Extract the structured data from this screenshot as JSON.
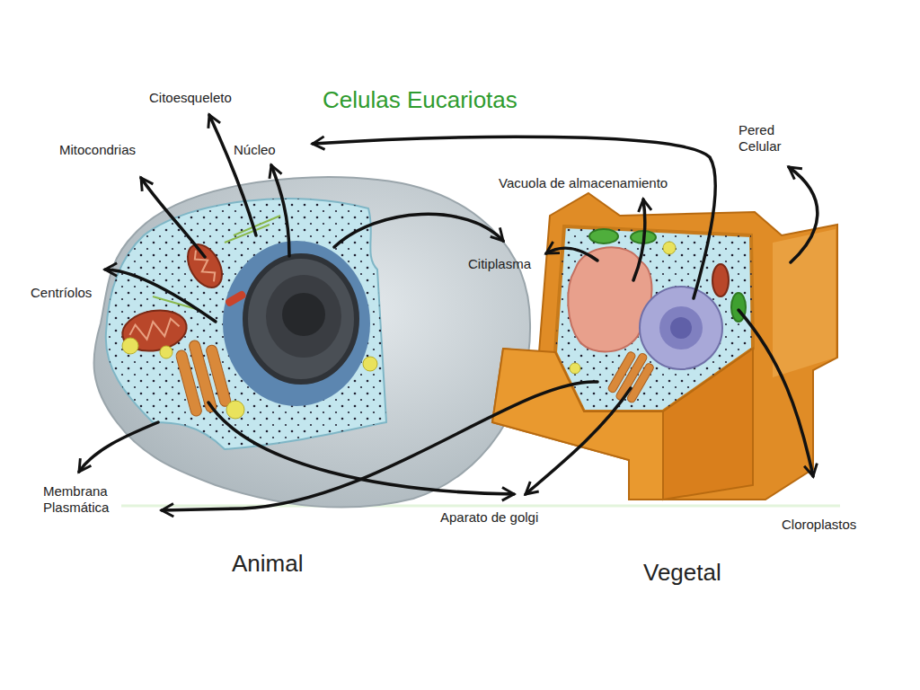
{
  "diagram": {
    "title": "Celulas Eucariotas",
    "labels": [
      "Citoesqueleto",
      "Mitocondrias",
      "Núcleo",
      "Centríolos",
      "Membrana Plasmática",
      "Citiplasma",
      "Vacuola de almacenamiento",
      "Pered Celular",
      "Aparato de golgi",
      "Cloroplastos",
      "Animal",
      "Vegetal"
    ]
  }
}
